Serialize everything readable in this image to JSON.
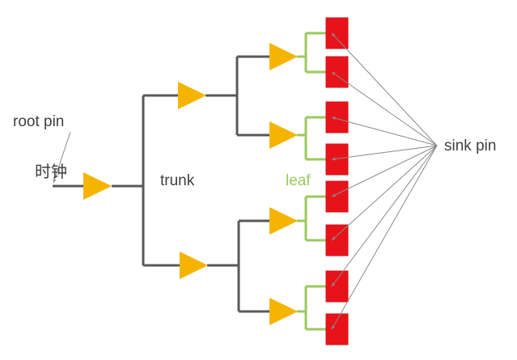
{
  "labels": {
    "root_pin": "root pin",
    "clock": "时钟",
    "trunk": "trunk",
    "leaf": "leaf",
    "sink_pin": "sink pin"
  },
  "colors": {
    "wire": "#595959",
    "leaf_wire": "#9bc95d",
    "buffer": "#f4b400",
    "sink": "#e8131a",
    "sink_border": "#d01016",
    "thin_line": "#8a8a8a",
    "text": "#3f3f3f"
  },
  "structure": {
    "diagram_type": "clock-tree",
    "buffer_count": 7,
    "sink_count": 8,
    "levels": [
      "root pin",
      "trunk",
      "leaf",
      "sink pin"
    ]
  }
}
